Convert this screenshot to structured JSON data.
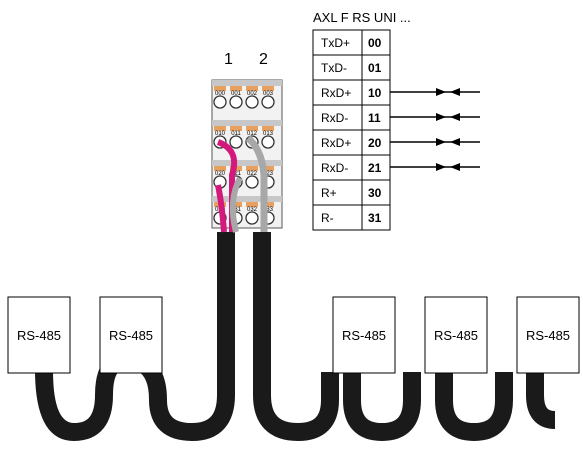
{
  "module_title": "AXL F RS UNI ...",
  "connector_labels": [
    "1",
    "2"
  ],
  "pins": [
    {
      "signal": "TxD+",
      "pin": "00"
    },
    {
      "signal": "TxD-",
      "pin": "01"
    },
    {
      "signal": "RxD+",
      "pin": "10"
    },
    {
      "signal": "RxD-",
      "pin": "11"
    },
    {
      "signal": "RxD+",
      "pin": "20"
    },
    {
      "signal": "RxD-",
      "pin": "21"
    },
    {
      "signal": "R+",
      "pin": "30"
    },
    {
      "signal": "R-",
      "pin": "31"
    }
  ],
  "terminal_labels": [
    "000",
    "001",
    "002",
    "003",
    "010",
    "011",
    "012",
    "013",
    "020",
    "021",
    "022",
    "023",
    "030",
    "031",
    "032",
    "033"
  ],
  "devices": [
    "RS-485",
    "RS-485",
    "RS-485",
    "RS-485",
    "RS-485"
  ],
  "colors": {
    "cable": "#1a1a1a",
    "magenta_wire": "#d4197c",
    "grey_wire": "#a8a8a8",
    "terminal_orange": "#e8a060"
  }
}
